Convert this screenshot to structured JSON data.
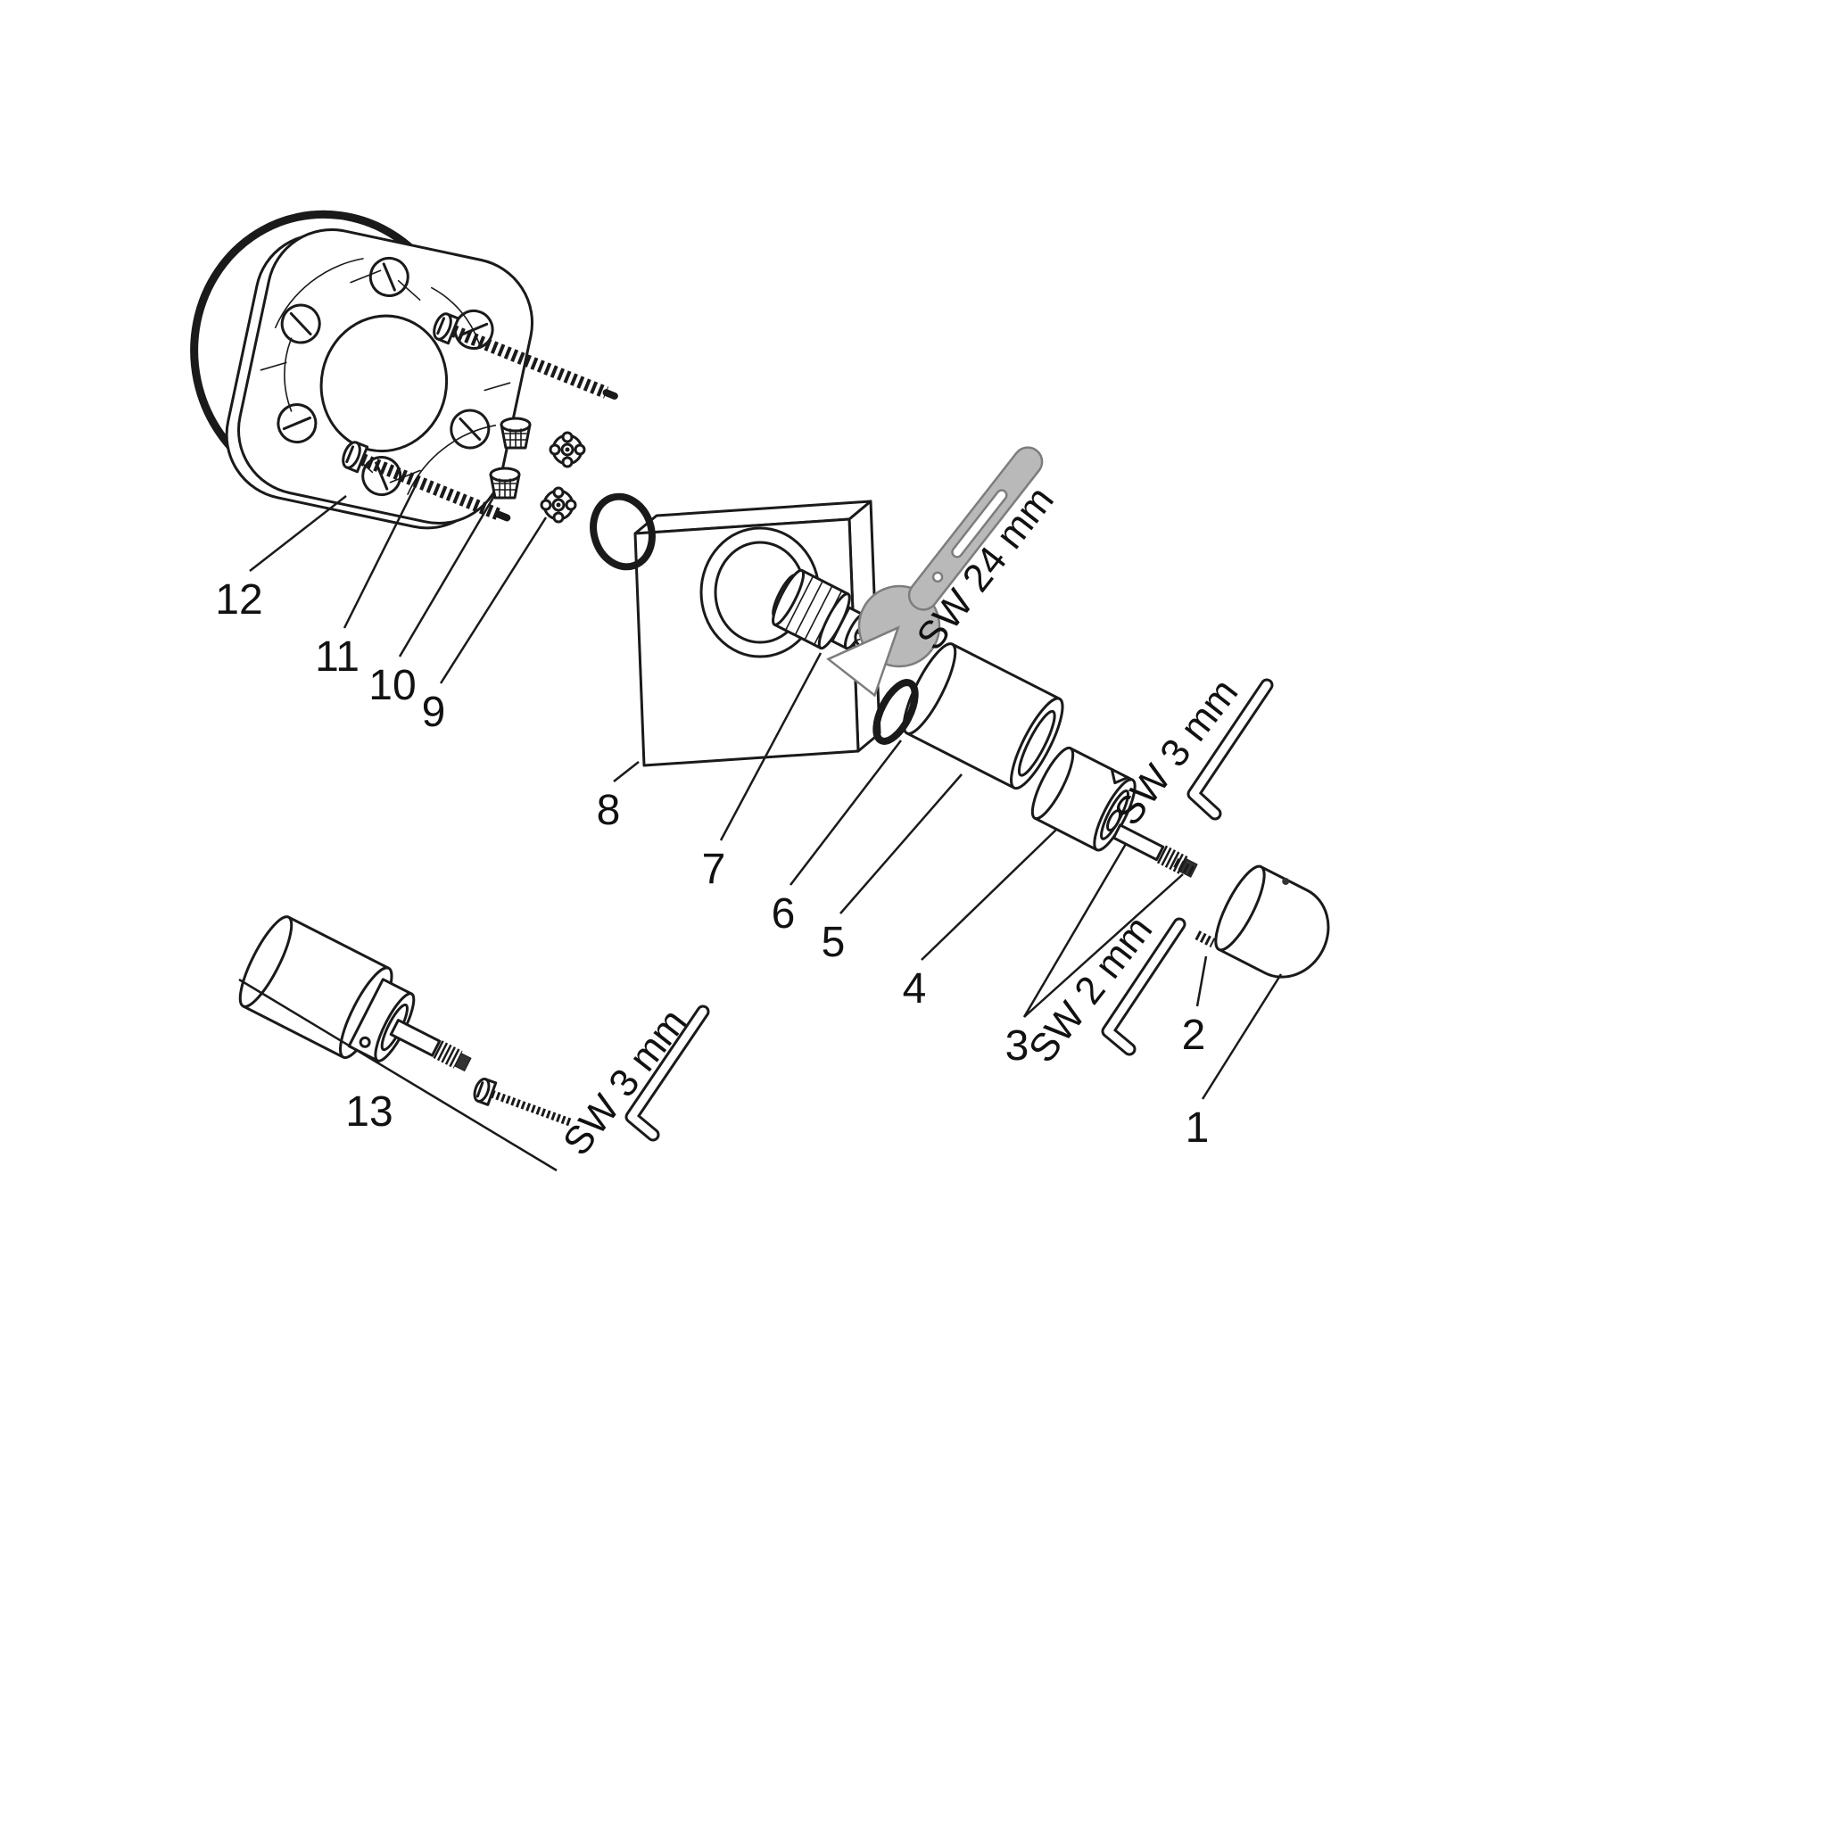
{
  "diagram": {
    "colors": {
      "background": "#ffffff",
      "line": "#1a1a1a",
      "wrench": "#b9b9b9"
    },
    "part_labels": [
      {
        "id": "1",
        "text": "1"
      },
      {
        "id": "2",
        "text": "2"
      },
      {
        "id": "3",
        "text": "3"
      },
      {
        "id": "4",
        "text": "4"
      },
      {
        "id": "5",
        "text": "5"
      },
      {
        "id": "6",
        "text": "6"
      },
      {
        "id": "7",
        "text": "7"
      },
      {
        "id": "8",
        "text": "8"
      },
      {
        "id": "9",
        "text": "9"
      },
      {
        "id": "10",
        "text": "10"
      },
      {
        "id": "11",
        "text": "11"
      },
      {
        "id": "12",
        "text": "12"
      },
      {
        "id": "13",
        "text": "13"
      }
    ],
    "tool_labels": [
      {
        "id": "open-end-wrench-24mm",
        "text": "SW 24 mm"
      },
      {
        "id": "hex-key-3mm-upper",
        "text": "SW 3 mm"
      },
      {
        "id": "hex-key-2mm",
        "text": "SW 2 mm"
      },
      {
        "id": "hex-key-3mm-lower",
        "text": "SW 3 mm"
      }
    ]
  }
}
